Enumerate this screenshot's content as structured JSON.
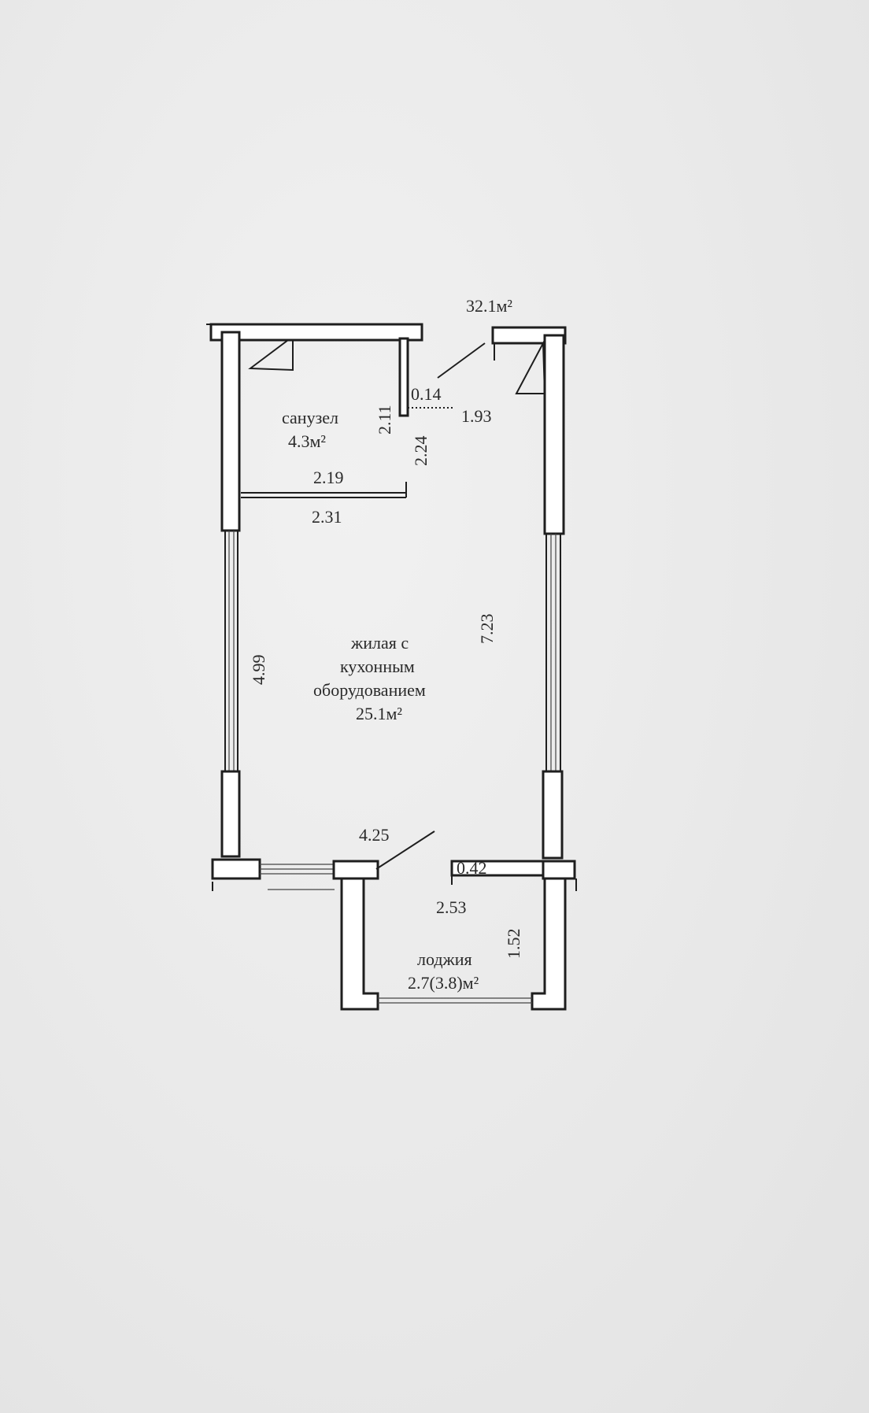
{
  "plan": {
    "total_area": "32.1м²",
    "rooms": {
      "bathroom": {
        "name": "санузел",
        "area": "4.3м²"
      },
      "living": {
        "line1": "жилая с",
        "line2": "кухонным",
        "line3": "оборудованием",
        "area": "25.1м²"
      },
      "loggia": {
        "name": "лоджия",
        "area": "2.7(3.8)м²"
      }
    },
    "dimensions": {
      "d_0_14": "0.14",
      "d_2_11": "2.11",
      "d_1_93": "1.93",
      "d_2_24": "2.24",
      "d_2_19": "2.19",
      "d_2_31": "2.31",
      "d_7_23": "7.23",
      "d_4_99": "4.99",
      "d_4_25": "4.25",
      "d_0_42": "0.42",
      "d_2_53": "2.53",
      "d_1_52": "1.52"
    }
  }
}
